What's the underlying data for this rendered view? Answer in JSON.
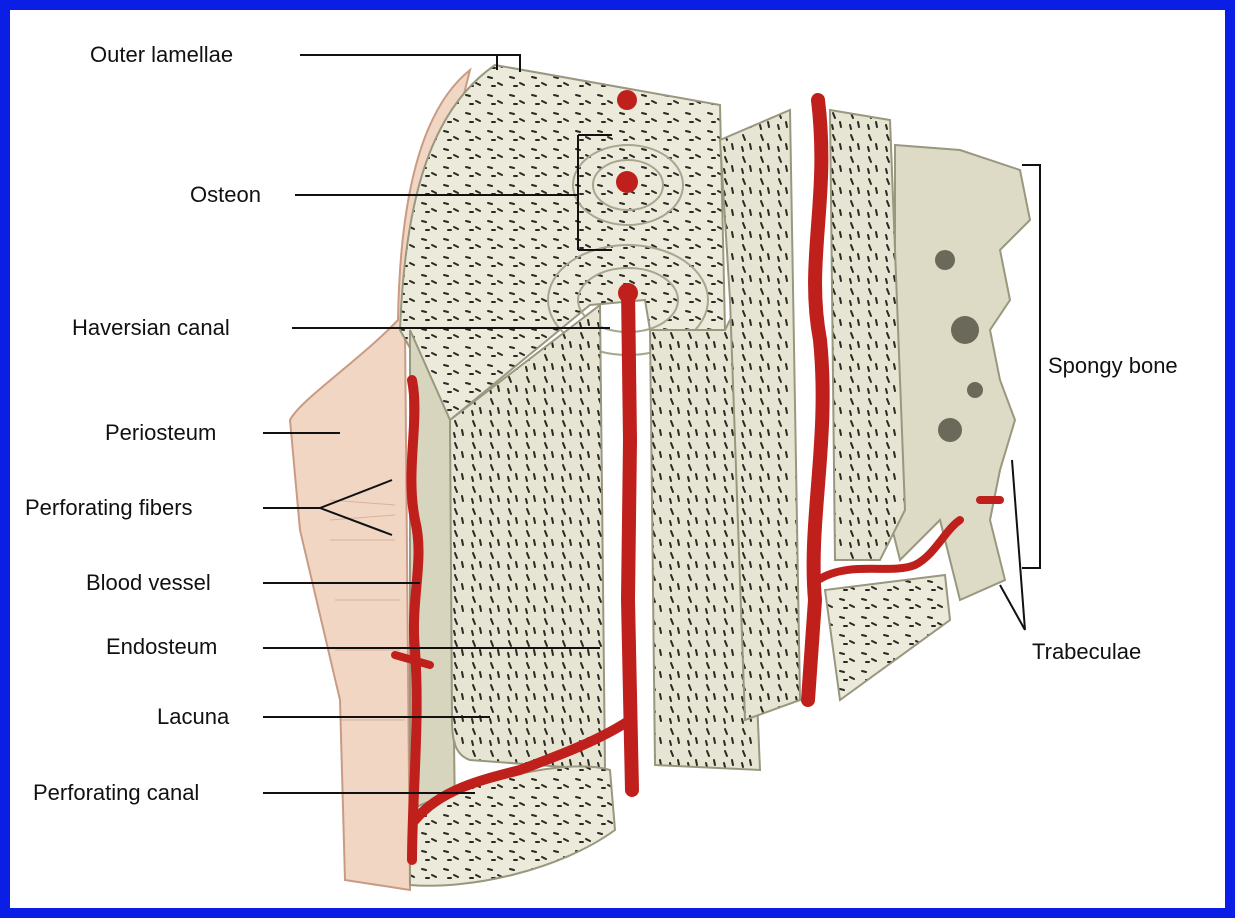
{
  "diagram": {
    "labels": {
      "outer_lamellae": "Outer lamellae",
      "osteon": "Osteon",
      "haversian_canal": "Haversian canal",
      "periosteum": "Periosteum",
      "perforating_fibers": "Perforating fibers",
      "blood_vessel": "Blood vessel",
      "endosteum": "Endosteum",
      "lacuna": "Lacuna",
      "perforating_canal": "Perforating canal",
      "spongy_bone": "Spongy bone",
      "trabeculae": "Trabeculae"
    },
    "colors": {
      "border": "#0a1ee6",
      "bone": "#e6e4d3",
      "bone_shade": "#cfccb6",
      "vessel": "#c0201c",
      "periosteum": "#f1d6c4",
      "leader_line": "#111111"
    }
  }
}
